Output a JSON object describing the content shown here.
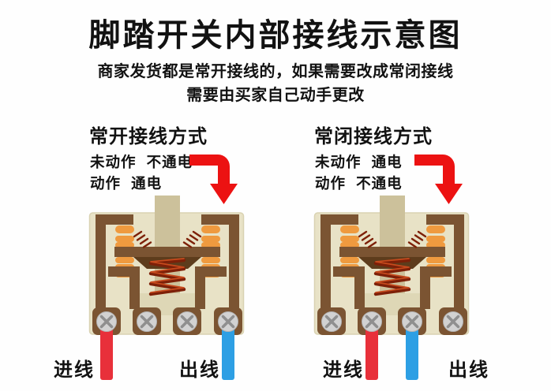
{
  "title": "脚踏开关内部接线示意图",
  "subtitle": {
    "line1": "商家发货都是常开接线的，如果需要改成常闭接线",
    "line2": "需要由买家自己动手更改"
  },
  "icons": {
    "arrow": "elbow-down-arrow"
  },
  "colors": {
    "page-bg": "#fefefe",
    "text": "#121212",
    "arrow-red": "#ec1212",
    "wire-red": "#e8303a",
    "wire-blue": "#2d9fe4",
    "body-beige": "#e8e2c6",
    "body-edge": "#d9d2b2",
    "frame-brown": "#7b5432",
    "frame-brown-dark": "#5d3c1c",
    "contact-orange": "#ef9a3f",
    "plunger-khaki": "#ccc19b",
    "base-plate": "#ded7b6",
    "spring-dark": "#7d2008",
    "spring-light": "#c64a1d",
    "screw-gray": "#d2d2d2",
    "screw-slot": "#8f8f8f"
  },
  "terminal_count": 4,
  "diagrams": [
    {
      "heading": "常开接线方式",
      "state_line1": "未动作 不通电",
      "state_line2": "动作 通电",
      "in_label": "进线",
      "out_label": "出线",
      "in_wire": {
        "color_key": "wire-red",
        "terminal": 1
      },
      "out_wire": {
        "color_key": "wire-blue",
        "terminal": 4
      }
    },
    {
      "heading": "常闭接线方式",
      "state_line1": "未动作 通电",
      "state_line2": "动作 不通电",
      "in_label": "进线",
      "out_label": "出线",
      "in_wire": {
        "color_key": "wire-red",
        "terminal": 2
      },
      "out_wire": {
        "color_key": "wire-blue",
        "terminal": 3
      }
    }
  ]
}
